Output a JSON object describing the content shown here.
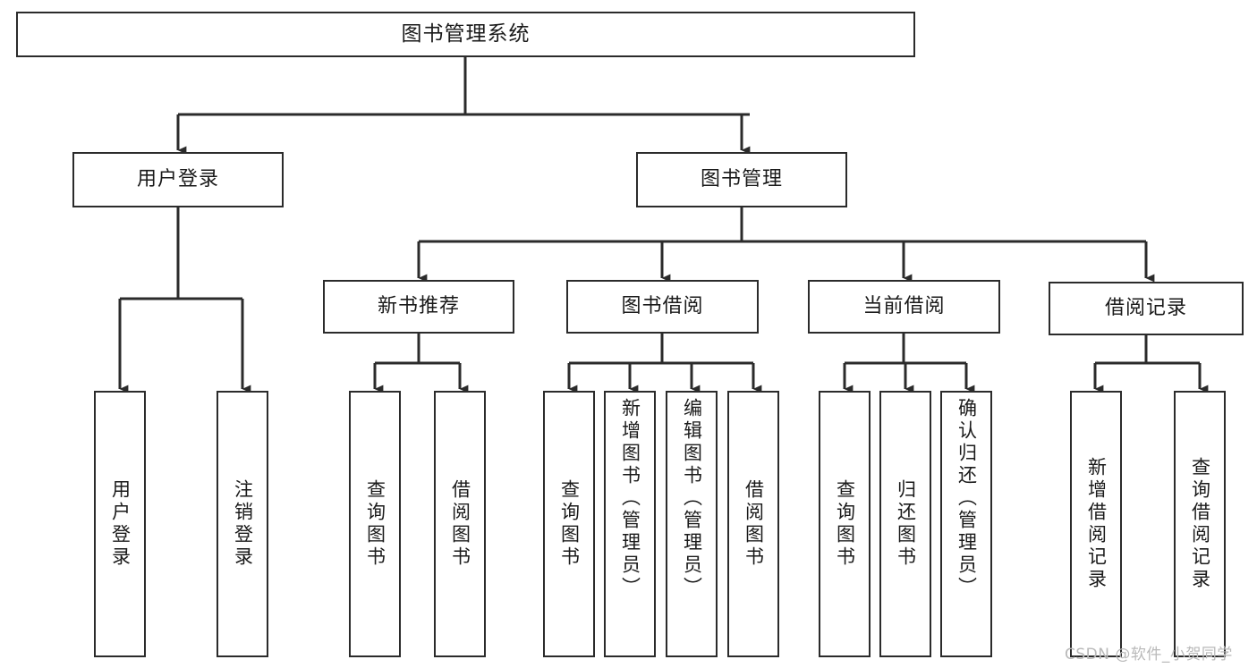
{
  "diagram": {
    "title": "图书管理系统",
    "type": "hierarchy-tree",
    "watermark": "CSDN @软件_小贺同学",
    "colors": {
      "stroke": "#2b2b2b",
      "fill": "#ffffff",
      "text": "#1a1a1a",
      "watermark": "#b9b9b9"
    },
    "nodes": {
      "root": {
        "label": "图书管理系统"
      },
      "level2": [
        {
          "label": "用户登录"
        },
        {
          "label": "图书管理"
        }
      ],
      "level3": [
        {
          "label": "新书推荐"
        },
        {
          "label": "图书借阅"
        },
        {
          "label": "当前借阅"
        },
        {
          "label": "借阅记录"
        }
      ],
      "leaves": {
        "user_login": [
          {
            "label": "用户登录"
          },
          {
            "label": "注销登录"
          }
        ],
        "new_book": [
          {
            "label": "查询图书"
          },
          {
            "label": "借阅图书"
          }
        ],
        "borrow_book": [
          {
            "label": "查询图书"
          },
          {
            "label": "新增图书（管理员）"
          },
          {
            "label": "编辑图书（管理员）"
          },
          {
            "label": "借阅图书"
          }
        ],
        "current_borrow": [
          {
            "label": "查询图书"
          },
          {
            "label": "归还图书"
          },
          {
            "label": "确认归还（管理员）"
          }
        ],
        "borrow_record": [
          {
            "label": "新增借阅记录"
          },
          {
            "label": "查询借阅记录"
          }
        ]
      }
    }
  }
}
